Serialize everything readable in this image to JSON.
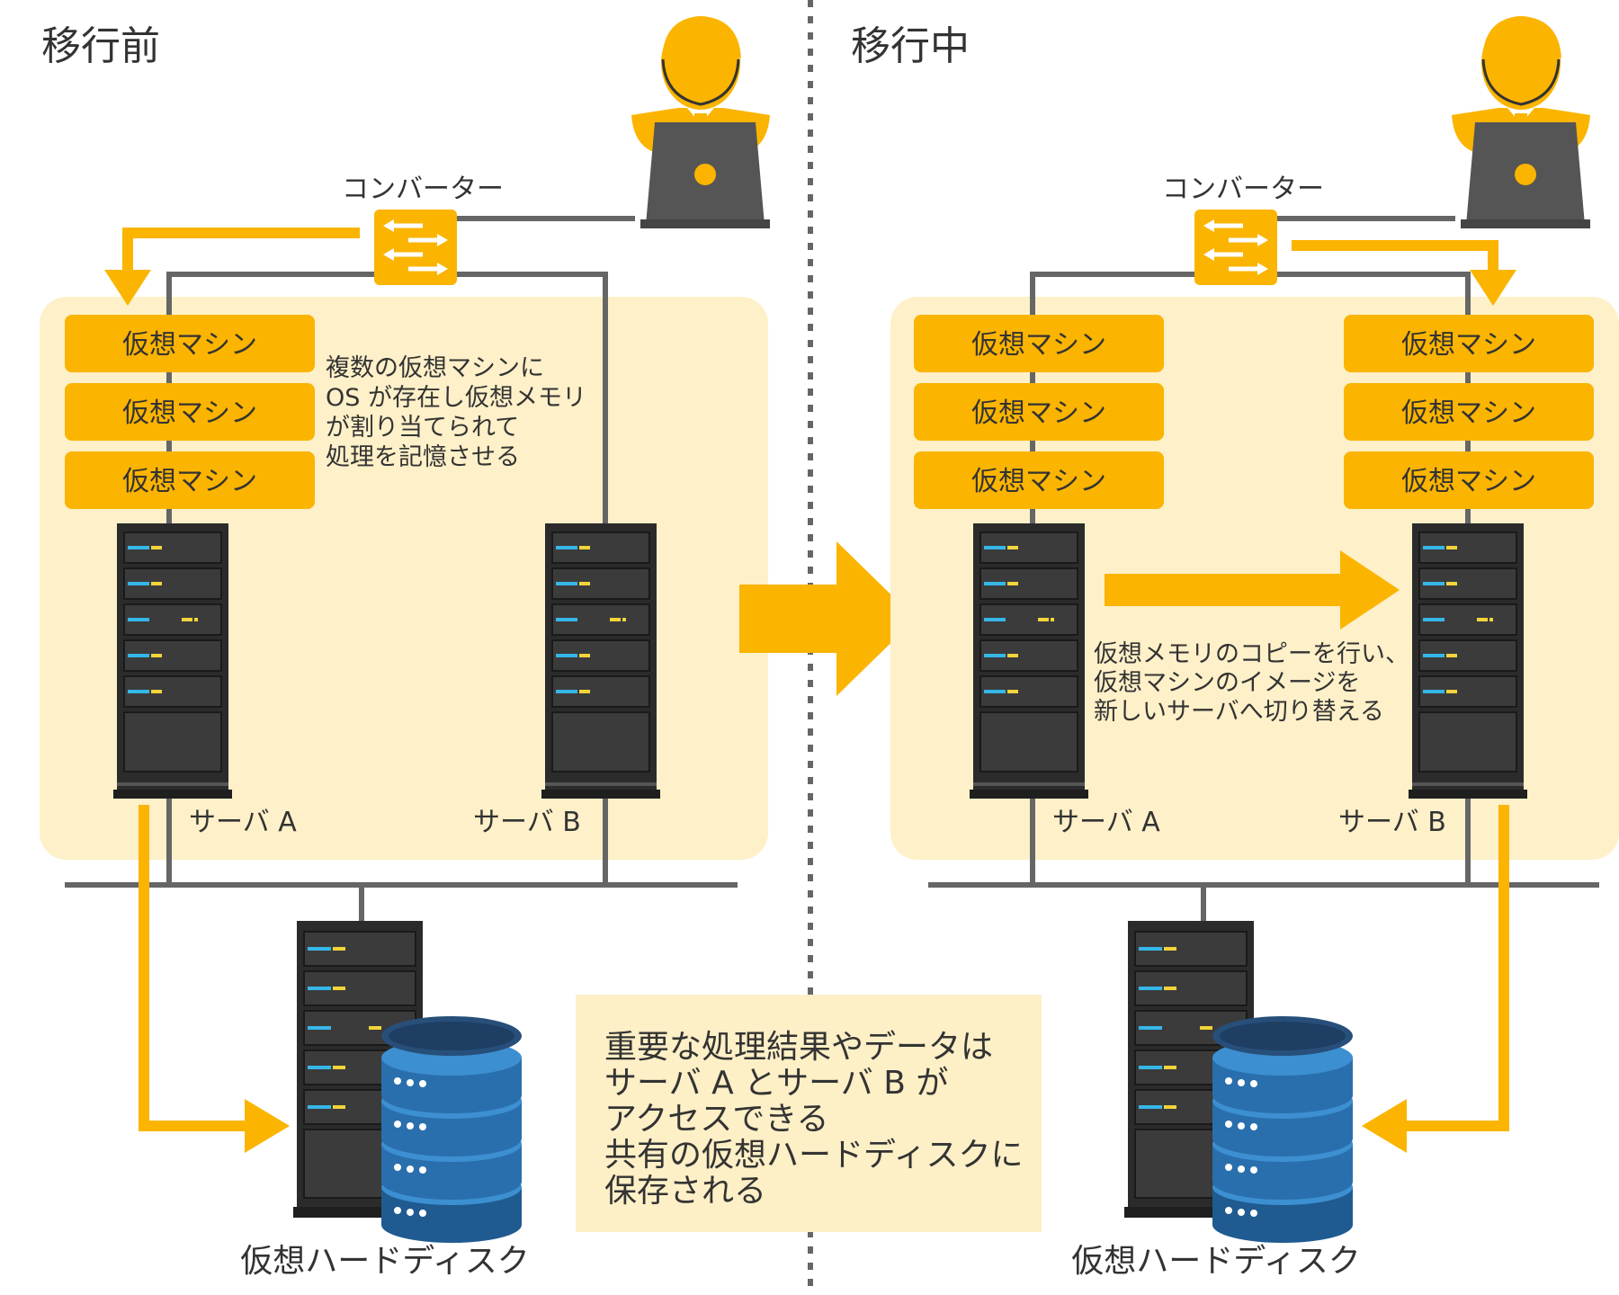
{
  "panels": {
    "before": {
      "title": "移行前",
      "converter_label": "コンバーター",
      "vm_labels": [
        "仮想マシン",
        "仮想マシン",
        "仮想マシン"
      ],
      "vm_note": [
        "複数の仮想マシンに",
        "OS が存在し仮想メモリ",
        "が割り当てられて",
        "処理を記憶させる"
      ],
      "server_a": "サーバ A",
      "server_b": "サーバ B",
      "disk_label": "仮想ハードディスク"
    },
    "during": {
      "title": "移行中",
      "converter_label": "コンバーター",
      "vm_labels_a": [
        "仮想マシン",
        "仮想マシン",
        "仮想マシン"
      ],
      "vm_labels_b": [
        "仮想マシン",
        "仮想マシン",
        "仮想マシン"
      ],
      "copy_note": [
        "仮想メモリのコピーを行い、",
        "仮想マシンのイメージを",
        "新しいサーバへ切り替える"
      ],
      "server_a": "サーバ A",
      "server_b": "サーバ B",
      "disk_label": "仮想ハードディスク"
    }
  },
  "shared_note": [
    "重要な処理結果やデータは",
    "サーバ A とサーバ B が",
    "アクセスできる",
    "共有の仮想ハードディスクに",
    "保存される"
  ],
  "colors": {
    "accent": "#FBB400",
    "panel_bg": "#FEF0C8",
    "note_bg": "#FDEFC6",
    "line": "#666666",
    "server_dark": "#2b2b2b",
    "disk_blue": "#2d77b8"
  },
  "icons": [
    "user-with-laptop-icon",
    "network-switch-icon",
    "server-rack-icon",
    "database-icon",
    "right-arrow-icon"
  ]
}
